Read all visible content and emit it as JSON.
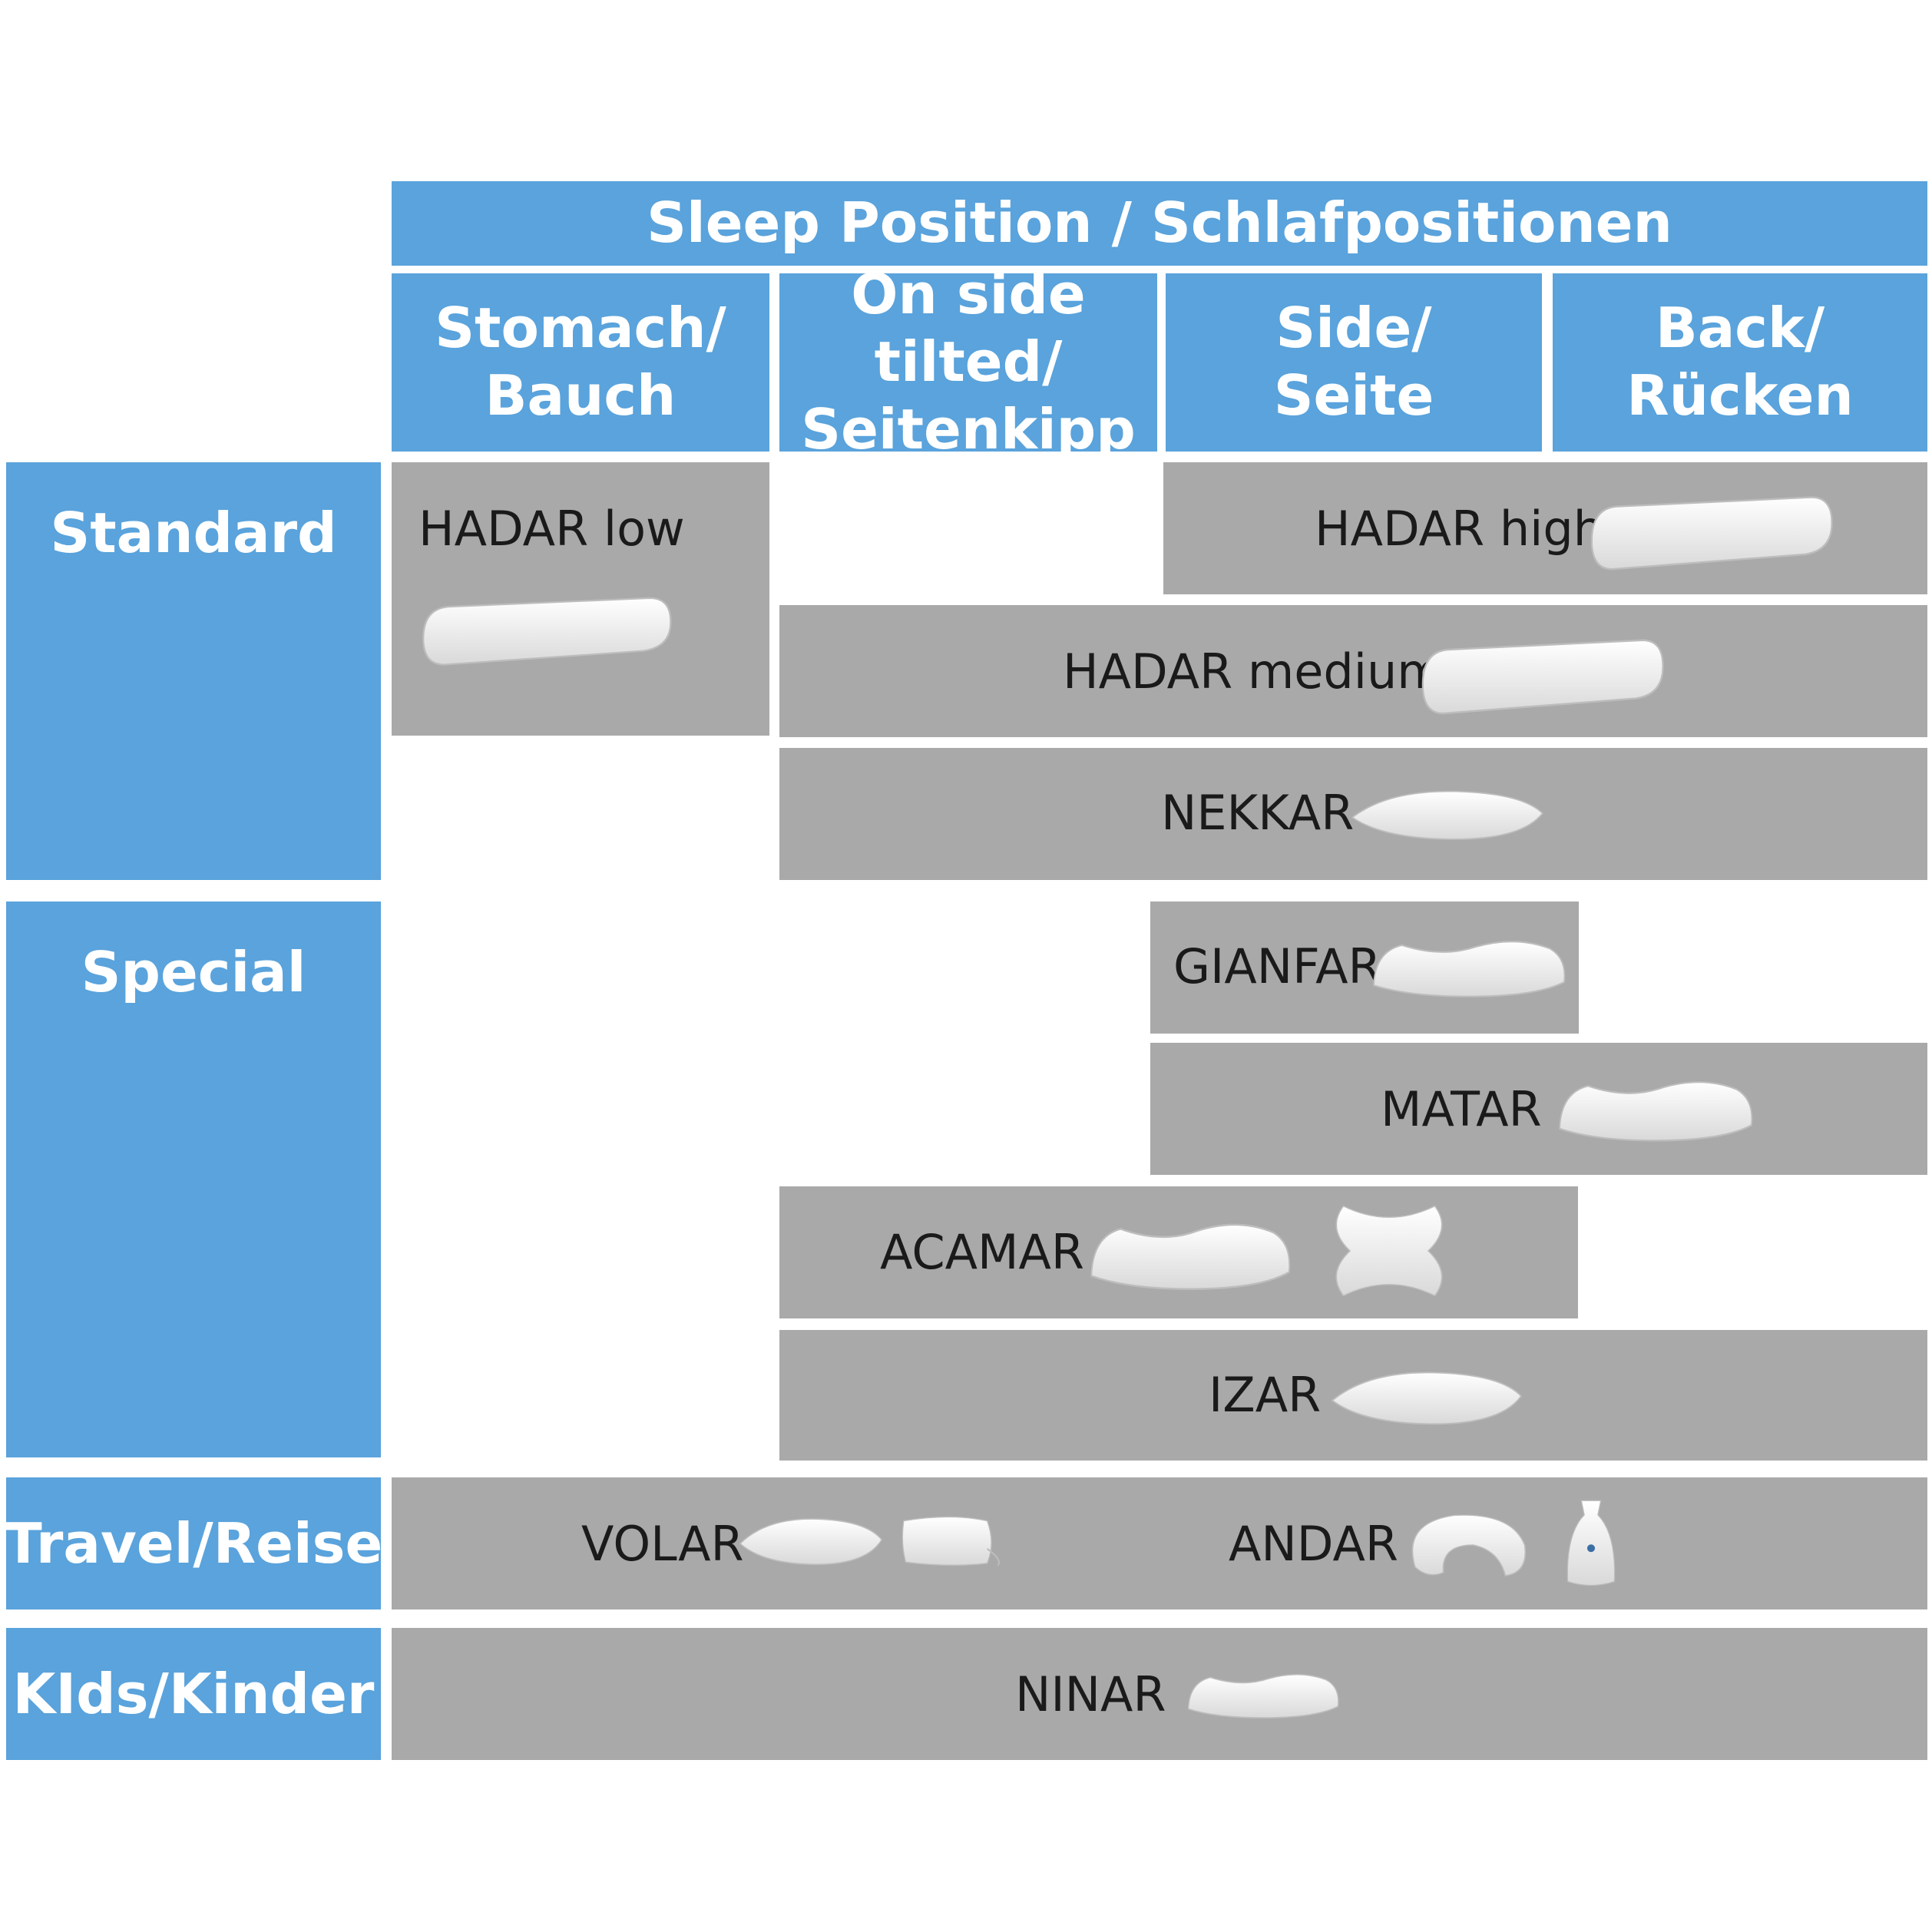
{
  "header": {
    "title": "Sleep Position / Schlafpositionen",
    "columns": [
      {
        "line1": "Stomach/",
        "line2": "Bauch"
      },
      {
        "line1": "On side tilted/",
        "line2": "Seitenkipp"
      },
      {
        "line1": "Side/",
        "line2": "Seite"
      },
      {
        "line1": "Back/",
        "line2": "Rücken"
      }
    ]
  },
  "categories": [
    "Standard",
    "Special",
    "Travel/Reise",
    "KIds/Kinder"
  ],
  "pillows": {
    "hadar_low": "HADAR low",
    "hadar_high": "HADAR high",
    "hadar_medium": "HADAR medium",
    "nekkar": "NEKKAR",
    "gianfar": "GIANFAR",
    "matar": "MATAR",
    "acamar": "ACAMAR",
    "izar": "IZAR",
    "volar": "VOLAR",
    "andar": "ANDAR",
    "ninar": "NINAR"
  },
  "icons": [
    "pillow-icon",
    "butterfly-pillow-icon",
    "travel-bag-icon",
    "neck-pillow-icon"
  ],
  "colors": {
    "header_blue": "#5aa3dc",
    "bar_gray": "#a9a9a9",
    "pillow_white": "#f4f4f4"
  }
}
